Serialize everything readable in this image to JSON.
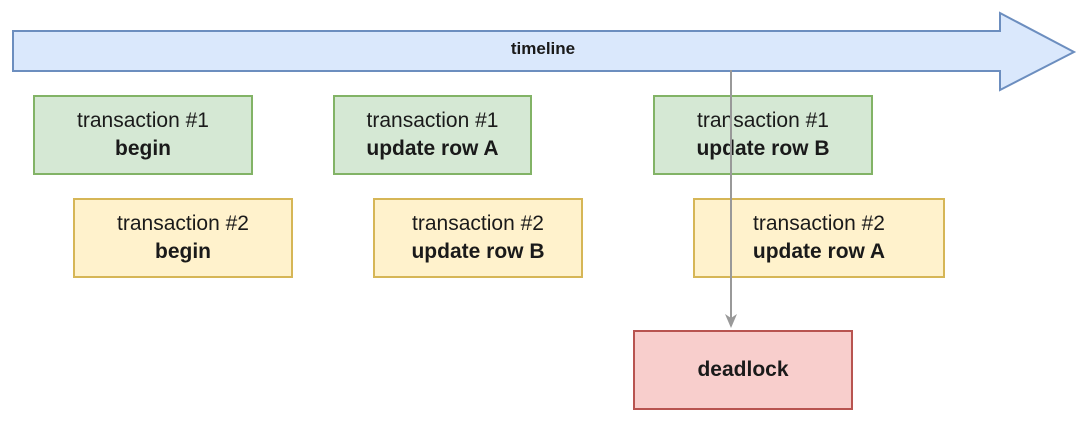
{
  "timeline": {
    "label": "timeline",
    "fill": "#dae8fc",
    "stroke": "#6c8ebf"
  },
  "boxes": [
    {
      "id": "tx1-begin",
      "label": "transaction #1",
      "action": "begin",
      "transaction": 1,
      "color": "#d5e8d4"
    },
    {
      "id": "tx2-begin",
      "label": "transaction #2",
      "action": "begin",
      "transaction": 2,
      "color": "#fff2cc"
    },
    {
      "id": "tx1-update-a",
      "label": "transaction #1",
      "action": "update row A",
      "transaction": 1,
      "color": "#d5e8d4"
    },
    {
      "id": "tx2-update-b",
      "label": "transaction #2",
      "action": "update row B",
      "transaction": 2,
      "color": "#fff2cc"
    },
    {
      "id": "tx1-update-b",
      "label": "transaction #1",
      "action": "update row B",
      "transaction": 1,
      "color": "#d5e8d4"
    },
    {
      "id": "tx2-update-a",
      "label": "transaction #2",
      "action": "update row A",
      "transaction": 2,
      "color": "#fff2cc"
    }
  ],
  "result": {
    "label": "deadlock",
    "color": "#f8cecc"
  }
}
